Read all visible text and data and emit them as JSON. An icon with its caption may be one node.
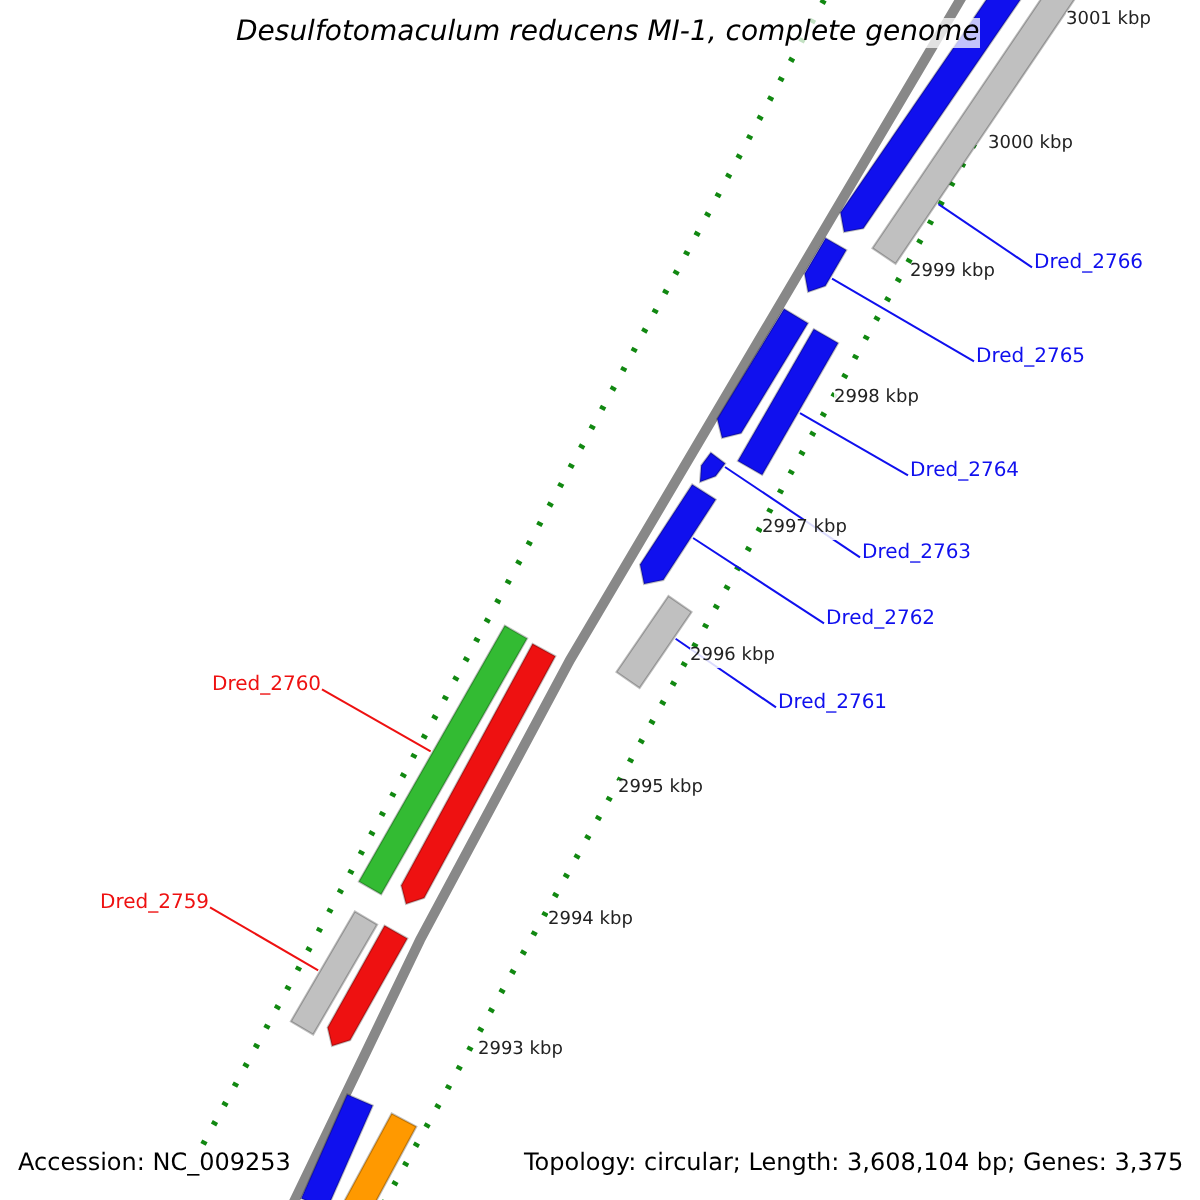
{
  "diagram": {
    "title": "Desulfotomaculum reducens MI-1, complete genome",
    "nodes": [
      {
        "text": [
          "Dred_2766"
        ]
      },
      {
        "text": [
          "Dred_2765"
        ]
      },
      {
        "text": [
          "Dred_2764"
        ]
      },
      {
        "text": [
          "Dred_2763"
        ]
      },
      {
        "text": [
          "Dred_2762"
        ]
      },
      {
        "text": [
          "Dred_2761"
        ]
      },
      {
        "text": [
          "Dred_2760"
        ]
      },
      {
        "text": [
          "Dred_2759"
        ]
      },
      {
        "text": [],
        "shape": "bar"
      },
      {
        "text": [],
        "shape": "bar"
      },
      {
        "text": [],
        "shape": "bar"
      },
      {
        "text": [],
        "shape": "bar"
      },
      {
        "text": [],
        "shape": "bar"
      },
      {
        "text": [],
        "shape": "bar"
      },
      {
        "text": [],
        "shape": "bar"
      },
      {
        "text": [],
        "shape": "bar"
      },
      {
        "text": [],
        "shape": "bar"
      },
      {
        "text": [],
        "shape": "bar"
      },
      {
        "text": [],
        "shape": "bar"
      },
      {
        "text": [],
        "shape": "bar"
      },
      {
        "text": [],
        "shape": "bar"
      },
      {
        "text": [],
        "shape": "bar"
      }
    ],
    "edges": [
      {
        "from": 0,
        "to": 9,
        "arrow": "none"
      },
      {
        "from": 1,
        "to": 10,
        "arrow": "none"
      },
      {
        "from": 2,
        "to": 12,
        "arrow": "none"
      },
      {
        "from": 3,
        "to": 13,
        "arrow": "none"
      },
      {
        "from": 4,
        "to": 14,
        "arrow": "none"
      },
      {
        "from": 5,
        "to": 15,
        "arrow": "none"
      },
      {
        "from": 6,
        "to": 16,
        "arrow": "none",
        "color": "#ee1111"
      },
      {
        "from": 7,
        "to": 18,
        "arrow": "none",
        "color": "#ee1111"
      }
    ],
    "labels": [
      "3001 kbp",
      "3000 kbp",
      "2999 kbp",
      "2998 kbp",
      "2997 kbp",
      "2996 kbp",
      "2995 kbp",
      "2994 kbp",
      "2993 kbp",
      "Accession: NC_009253",
      "Topology: circular; Length: 3,608,104 bp; Genes: 3,375"
    ]
  }
}
